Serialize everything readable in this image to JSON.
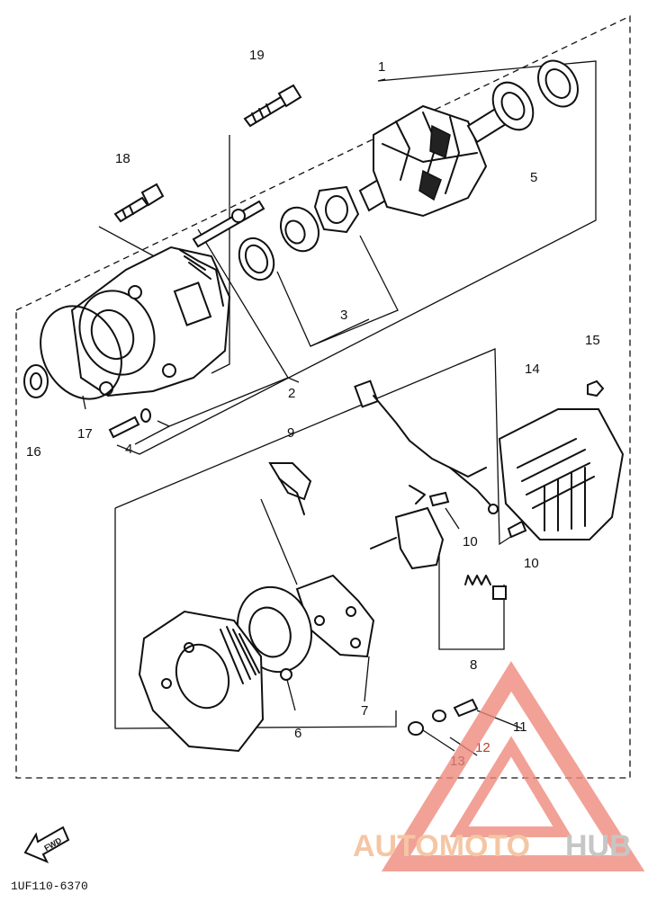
{
  "diagram": {
    "figure_code": "1UF110-6370",
    "fwd_label": "FWD",
    "callouts": [
      {
        "id": "1",
        "label": "1"
      },
      {
        "id": "2",
        "label": "2"
      },
      {
        "id": "3",
        "label": "3"
      },
      {
        "id": "4",
        "label": "4"
      },
      {
        "id": "5",
        "label": "5"
      },
      {
        "id": "6",
        "label": "6"
      },
      {
        "id": "7",
        "label": "7"
      },
      {
        "id": "8",
        "label": "8"
      },
      {
        "id": "9",
        "label": "9"
      },
      {
        "id": "10a",
        "label": "10"
      },
      {
        "id": "10b",
        "label": "10"
      },
      {
        "id": "11",
        "label": "11"
      },
      {
        "id": "12",
        "label": "12"
      },
      {
        "id": "13",
        "label": "13"
      },
      {
        "id": "14",
        "label": "14"
      },
      {
        "id": "15",
        "label": "15"
      },
      {
        "id": "16",
        "label": "16"
      },
      {
        "id": "17",
        "label": "17"
      },
      {
        "id": "18",
        "label": "18"
      },
      {
        "id": "19",
        "label": "19"
      }
    ]
  },
  "watermark": {
    "part1": "AUTOMOTO",
    "part2": "HUB",
    "colors": {
      "part1": "#f3b98e",
      "part2": "#b8b8b8",
      "triangle": "#f08a7e"
    }
  }
}
